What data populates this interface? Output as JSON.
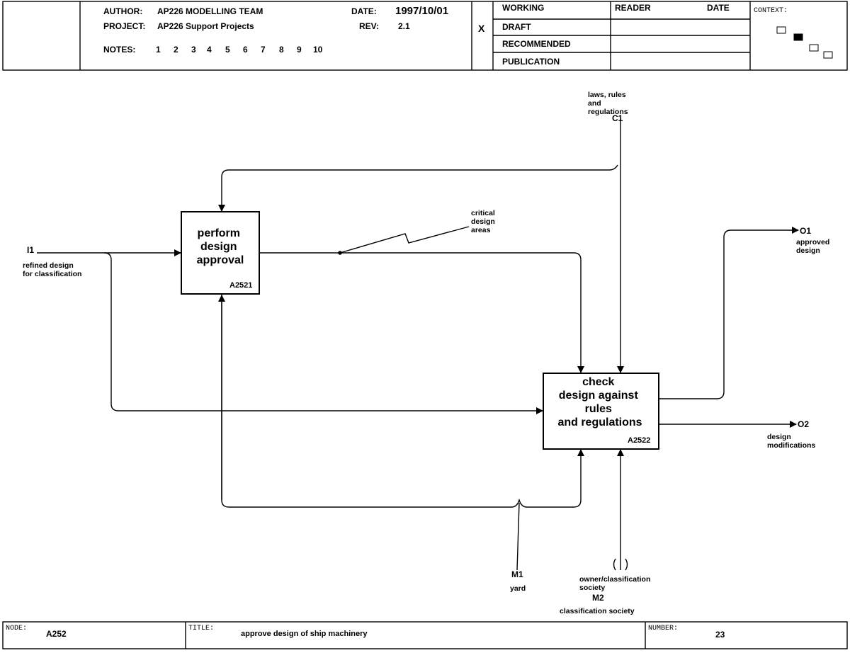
{
  "header": {
    "author_label": "AUTHOR:",
    "author": "AP226  MODELLING TEAM",
    "project_label": "PROJECT:",
    "project": "AP226 Support Projects",
    "notes_label": "NOTES:",
    "notes": [
      "1",
      "2",
      "3",
      "4",
      "5",
      "6",
      "7",
      "8",
      "9",
      "10"
    ],
    "date_label": "DATE:",
    "date": "1997/10/01",
    "rev_label": "REV:",
    "rev": "2.1",
    "status_mark": "X",
    "status": [
      "WORKING",
      "DRAFT",
      "RECOMMENDED",
      "PUBLICATION"
    ],
    "reader_label": "READER",
    "reader_date_label": "DATE",
    "context_label": "CONTEXT:"
  },
  "diagram": {
    "boxes": [
      {
        "title": [
          "perform",
          "design",
          "approval"
        ],
        "id": "A2521"
      },
      {
        "title": [
          "check",
          "design against",
          "rules",
          "and regulations"
        ],
        "id": "A2522"
      }
    ],
    "input": {
      "code": "I1",
      "label": [
        "refined design",
        "for classification"
      ]
    },
    "control": {
      "code": "C1",
      "label": [
        "laws, rules",
        "and",
        "regulations"
      ]
    },
    "critical": {
      "label": [
        "critical",
        "design",
        "areas"
      ]
    },
    "outputs": [
      {
        "code": "O1",
        "label": [
          "approved",
          "design"
        ]
      },
      {
        "code": "O2",
        "label": [
          "design",
          "modifications"
        ]
      }
    ],
    "mechanisms": [
      {
        "code": "M1",
        "label": "yard"
      },
      {
        "code": "M2",
        "label": [
          "owner/classification",
          "society"
        ],
        "sublabel": "classification society"
      }
    ]
  },
  "footer": {
    "node_label": "NODE:",
    "node": "A252",
    "title_label": "TITLE:",
    "title": "approve  design of ship machinery",
    "number_label": "NUMBER:",
    "number": "23"
  }
}
